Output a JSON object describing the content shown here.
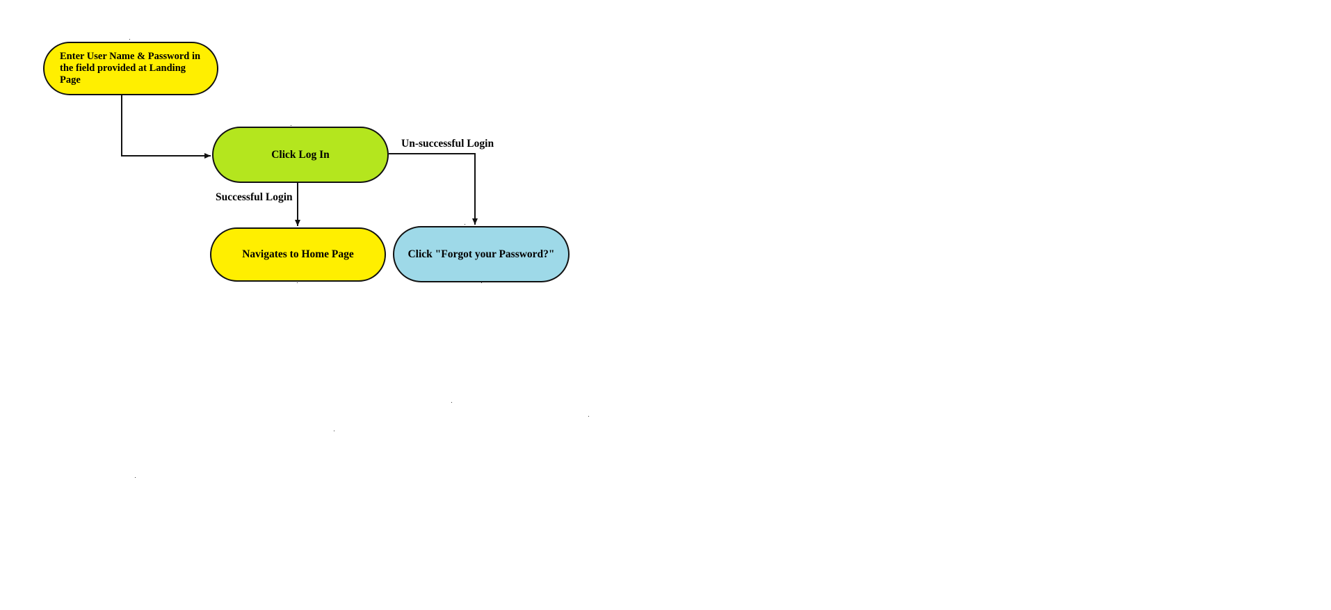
{
  "nodes": {
    "start": {
      "text": "Enter User Name & Password in the field provided at Landing Page",
      "fill": "#ffef00"
    },
    "login": {
      "text": "Click Log In",
      "fill": "#b4e61e"
    },
    "home": {
      "text": "Navigates to Home Page",
      "fill": "#ffef00"
    },
    "forgot": {
      "text": "Click \"Forgot your Password?\"",
      "fill": "#9ed9e8"
    }
  },
  "edges": {
    "unsuccessful": {
      "label": "Un-successful Login"
    },
    "successful": {
      "label": "Successful Login"
    }
  },
  "colors": {
    "stroke": "#111111",
    "background": "#ffffff"
  }
}
